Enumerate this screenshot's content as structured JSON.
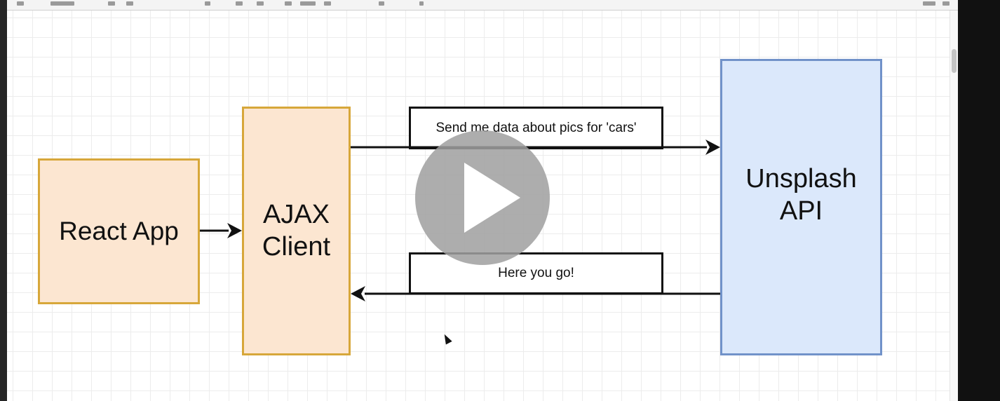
{
  "diagram": {
    "react_app": {
      "label": "React App"
    },
    "ajax_client": {
      "label": "AJAX\nClient"
    },
    "unsplash_api": {
      "label": "Unsplash\nAPI"
    },
    "request_message": {
      "label": "Send me data about pics for 'cars'"
    },
    "response_message": {
      "label": "Here you go!"
    }
  },
  "icons": {
    "play": "play-icon",
    "cursor": "mouse-cursor-icon"
  },
  "colors": {
    "client_fill": "#fce6d1",
    "client_border": "#d7a73a",
    "api_fill": "#dbe8fb",
    "api_border": "#7192c9",
    "arrow": "#111111"
  }
}
